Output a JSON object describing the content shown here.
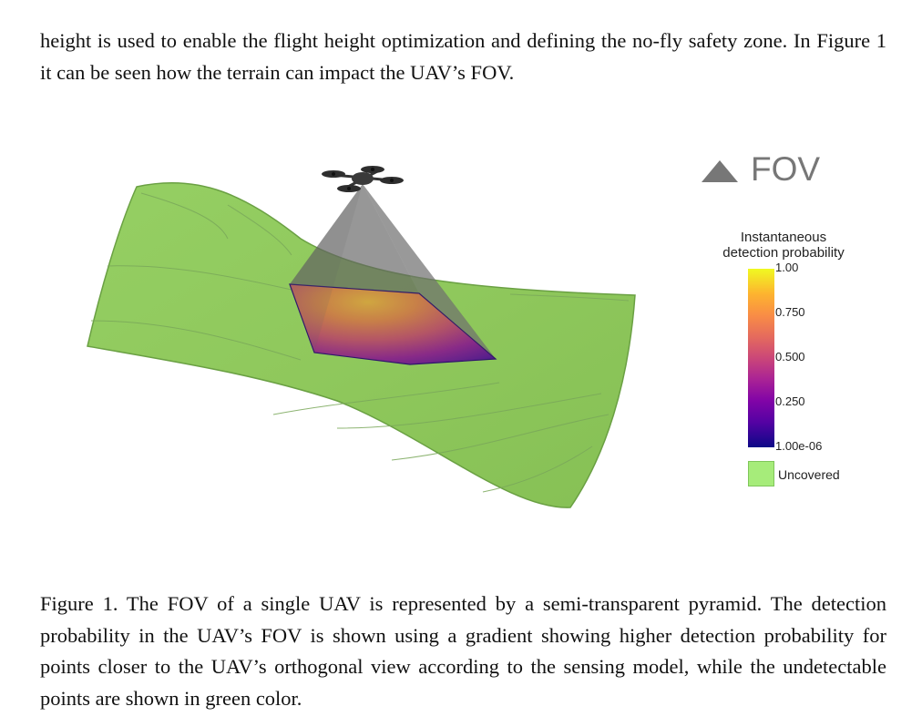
{
  "text_top": "height is used to enable the flight height optimization and defining the no-fly safety zone. In Figure 1 it can be seen how the terrain can impact the UAV’s FOV.",
  "figure": {
    "fov_legend_label": "FOV",
    "legend_title_line1": "Instantaneous",
    "legend_title_line2": "detection probability",
    "colorbar_ticks": [
      "1.00",
      "0.750",
      "0.500",
      "0.250",
      "1.00e-06"
    ],
    "uncovered_label": "Uncovered",
    "colors": {
      "terrain": "#90c95f",
      "terrain_edge": "#6aa043",
      "uncovered": "#a6ec7a",
      "fov_pyramid": "#6b6b6b",
      "gradient_high": "#f0f921",
      "gradient_low": "#0d0887"
    }
  },
  "caption": "Figure 1. The FOV of a single UAV is represented by a semi-transparent pyramid. The detection probability in the UAV’s FOV is shown using a gradient showing higher detection probability for points closer to the UAV’s orthogonal view according to the sensing model, while the undetectable points are shown in green color."
}
